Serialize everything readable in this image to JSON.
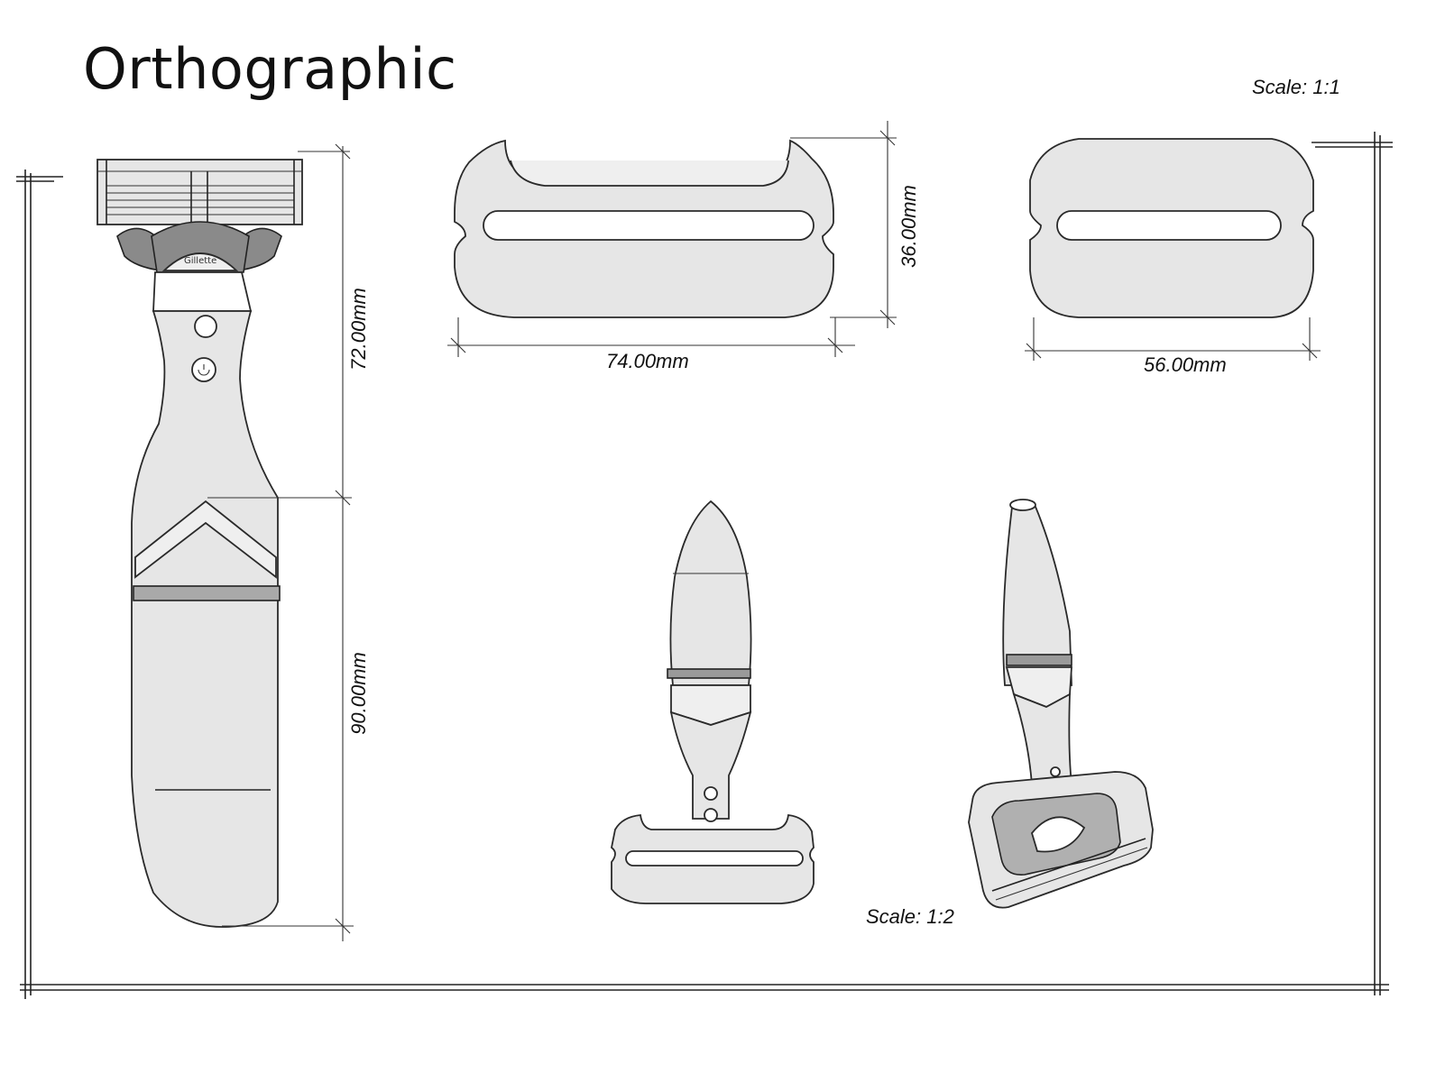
{
  "title": "Orthographic",
  "scale_top": "Scale: 1:1",
  "scale_bottom": "Scale: 1:2",
  "dimensions": {
    "width_front": "74.00mm",
    "height_front": "36.00mm",
    "width_side": "56.00mm",
    "handle_upper": "72.00mm",
    "handle_lower": "90.00mm"
  },
  "razor_brand": "Gillette"
}
